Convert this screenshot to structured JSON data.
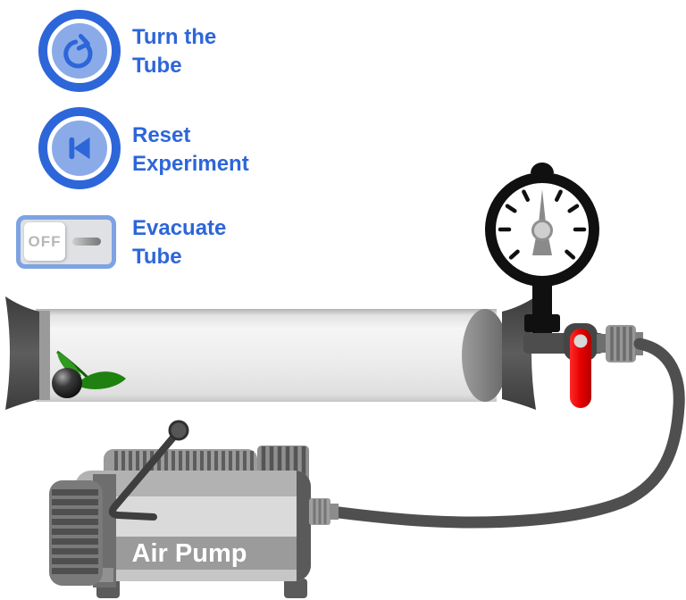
{
  "controls": {
    "turn_tube": {
      "icon": "rotate-cw-icon",
      "label_line1": "Turn the",
      "label_line2": "Tube"
    },
    "reset": {
      "icon": "skip-back-icon",
      "label_line1": "Reset",
      "label_line2": "Experiment"
    },
    "evacuate": {
      "switch_state": "OFF",
      "label_line1": "Evacuate",
      "label_line2": "Tube"
    }
  },
  "apparatus": {
    "pump_label": "Air Pump",
    "gauge_needle_direction": "up",
    "tube_contents": [
      "black-ball",
      "green-feather"
    ]
  },
  "colors": {
    "accent_blue": "#2d66d9",
    "button_fill_blue": "#8babe8",
    "toggle_border_blue": "#7ea3e3",
    "valve_red": "#e60000",
    "feather_green": "#2f9a1d",
    "feather_green_dark": "#1f8210",
    "hose_gray": "#4f4f4f"
  }
}
